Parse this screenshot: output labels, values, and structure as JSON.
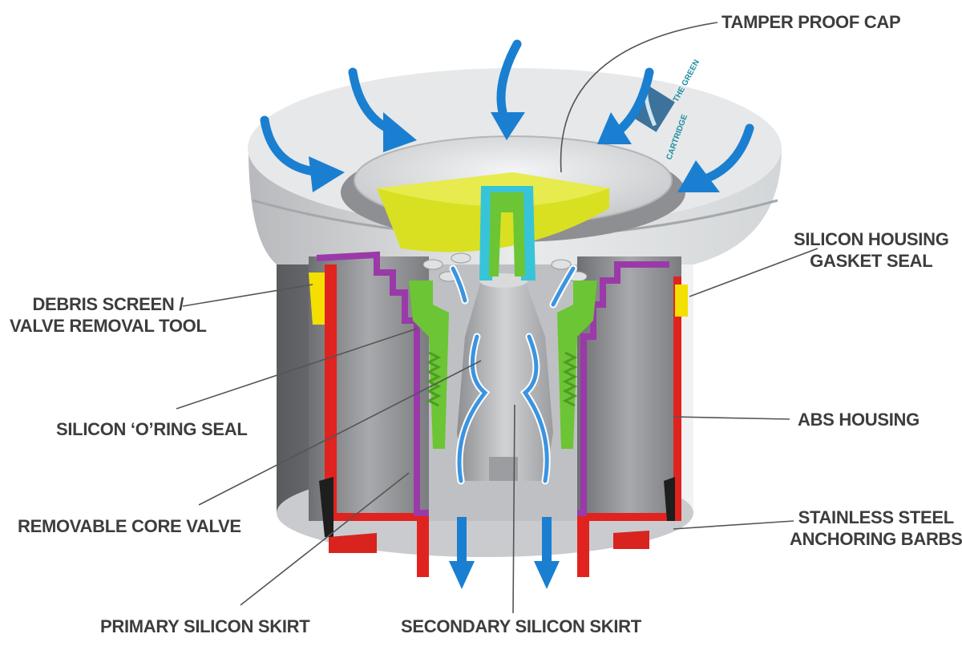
{
  "labels": {
    "tamper_proof_cap": "TAMPER PROOF CAP",
    "silicon_housing_gasket_seal": {
      "line1": "SILICON HOUSING",
      "line2": "GASKET SEAL"
    },
    "debris_screen": {
      "line1": "DEBRIS SCREEN /",
      "line2": "VALVE REMOVAL TOOL"
    },
    "silicon_oring_seal": "SILICON ‘O’RING SEAL",
    "abs_housing": "ABS HOUSING",
    "removable_core_valve": "REMOVABLE CORE VALVE",
    "stainless_steel_barbs": {
      "line1": "STAINLESS STEEL",
      "line2": "ANCHORING BARBS"
    },
    "primary_silicon_skirt": "PRIMARY SILICON SKIRT",
    "secondary_silicon_skirt": "SECONDARY SILICON SKIRT"
  },
  "logo": {
    "line1": "THE GREEN",
    "line2": "CARTRIDGE"
  },
  "colors": {
    "label_text": "#3d3d3d",
    "leader_line": "#555555",
    "flow_arrow": "#1a7fd0",
    "housing_grey": "#9c9c9e",
    "rim_light": "#e4e6e8",
    "outer_wall_red": "#e0231f",
    "liner_purple": "#9a3aa8",
    "valve_green": "#6cc534",
    "cap_yellow": "#d8e21a",
    "gasket_yellow": "#f3e000",
    "cap_cyan": "#38c4d8"
  }
}
